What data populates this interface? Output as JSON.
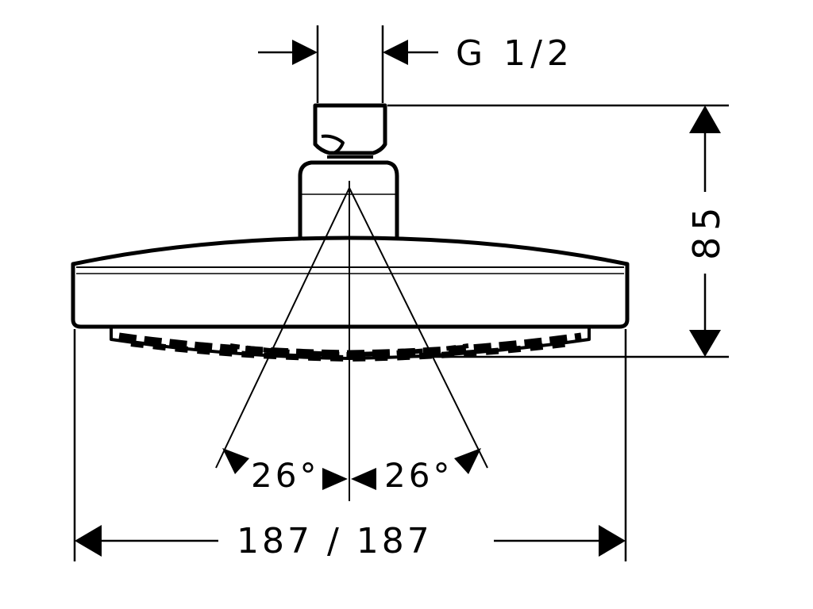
{
  "drawing": {
    "subject": "overhead shower head dimension drawing",
    "thread_label": "G 1/2",
    "height_label": "85",
    "width_label": "187 / 187",
    "angle_left_label": "26°",
    "angle_right_label": "26°",
    "line_color": "#000000",
    "background_color": "#ffffff"
  }
}
